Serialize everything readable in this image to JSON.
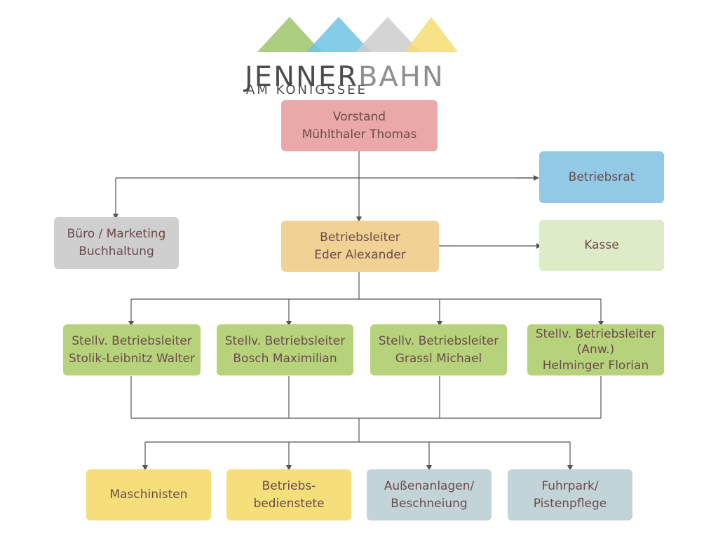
{
  "logo": {
    "name_part1": "JENNER",
    "name_part2": "BAHN",
    "subtitle": "AM KÖNIGSSEE"
  },
  "colors": {
    "vorstand": "#eaa8a8",
    "betriebsrat": "#92c9e6",
    "buero": "#cfcfcf",
    "betriebsleiter": "#f1d294",
    "kasse": "#deebc8",
    "stellv": "#b6d37b",
    "staff_yellow": "#f6de7a",
    "staff_steel": "#c2d4d8",
    "connector": "#555555"
  },
  "vorstand": {
    "line1": "Vorstand",
    "line2": "Mühlthaler Thomas"
  },
  "betriebsrat": {
    "label": "Betriebsrat"
  },
  "buero": {
    "line1": "Büro / Marketing",
    "line2": "Buchhaltung"
  },
  "betriebsleiter": {
    "line1": "Betriebsleiter",
    "line2": "Eder Alexander"
  },
  "kasse": {
    "label": "Kasse"
  },
  "stellv": [
    {
      "line1": "Stellv. Betriebsleiter",
      "line2": "Stolik-Leibnitz Walter"
    },
    {
      "line1": "Stellv. Betriebsleiter",
      "line2": "Bosch Maximilian"
    },
    {
      "line1": "Stellv. Betriebsleiter",
      "line2": "Grassl Michael"
    },
    {
      "line1": "Stellv. Betriebsleiter",
      "line2": "(Anw.)",
      "line3": "Helminger Florian"
    }
  ],
  "staff": [
    {
      "line1": "Maschinisten"
    },
    {
      "line1": "Betriebs-",
      "line2": "bedienstete"
    },
    {
      "line1": "Außenanlagen/",
      "line2": "Beschneiung"
    },
    {
      "line1": "Fuhrpark/",
      "line2": "Pistenpflege"
    }
  ]
}
